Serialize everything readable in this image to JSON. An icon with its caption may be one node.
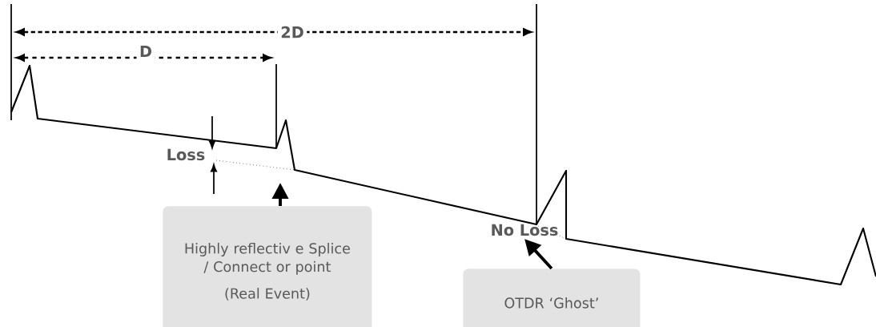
{
  "diagram": {
    "nodes": [
      {
        "text": [
          "Highly reflectiv e Splice / Connect or point",
          "(Real Event)"
        ]
      },
      {
        "text": [
          "OTDR ‘Ghost’"
        ]
      },
      {
        "text": [
          "No Loss"
        ]
      }
    ],
    "edges": [
      {
        "from": 0,
        "to": null,
        "arrow": "to"
      },
      {
        "from": 1,
        "to": 2,
        "arrow": "to"
      }
    ],
    "labels": [
      "2D",
      "D",
      "Loss"
    ]
  }
}
